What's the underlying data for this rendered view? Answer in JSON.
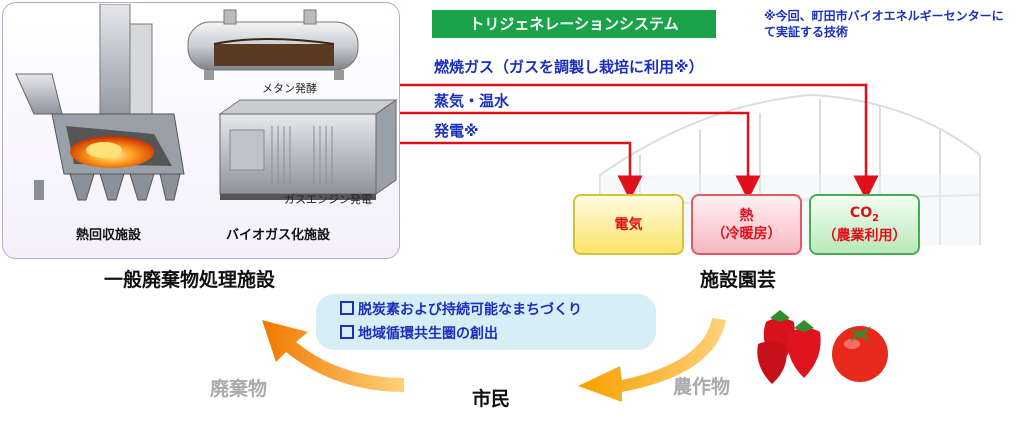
{
  "system_title": "トリジェネレーションシステム",
  "note": "※今回、町田市バイオエネルギーセンターにて実証する技術",
  "facility": {
    "methane_label": "メタン発酵",
    "gas_engine_label": "ガスエンジン発電",
    "heat_recovery_label": "熱回収施設",
    "biogas_label": "バイオガス化施設",
    "title": "一般廃棄物処理施設"
  },
  "flows": {
    "combustion_gas": "燃焼ガス（ガスを調製し栽培に利用※）",
    "steam": "蒸気・温水",
    "power": "発電※"
  },
  "outputs": {
    "electricity": "電気",
    "heat_line1": "熱",
    "heat_line2": "（冷暖房）",
    "co2_main": "CO",
    "co2_sub": "2",
    "co2_line2": "（農業利用）"
  },
  "horticulture_title": "施設園芸",
  "goals": [
    "脱炭素および持続可能なまちづくり",
    "地域循環共生圏の創出"
  ],
  "cycle": {
    "waste": "廃棄物",
    "citizen": "市民",
    "crops": "農作物"
  },
  "colors": {
    "flow_line": "#e0101b",
    "title_bg": "#1aa34a",
    "text_blue": "#1a2fbf",
    "arrow_orange": "#f28a00"
  }
}
